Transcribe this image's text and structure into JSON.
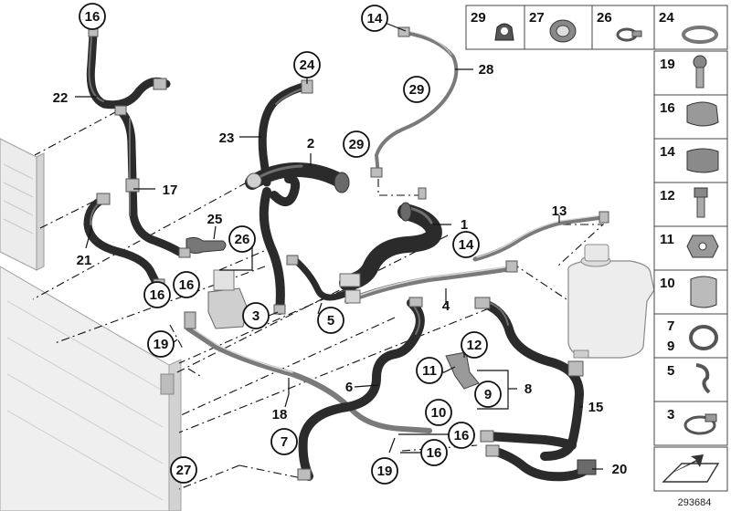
{
  "diagram": {
    "reference_number": "293684",
    "callouts": [
      "16",
      "22",
      "17",
      "21",
      "25",
      "26",
      "16",
      "16",
      "19",
      "3",
      "5",
      "23",
      "24",
      "2",
      "29",
      "14",
      "28",
      "29",
      "1",
      "13",
      "14",
      "4",
      "12",
      "11",
      "9",
      "8",
      "10",
      "6",
      "18",
      "7",
      "15",
      "16",
      "16",
      "19",
      "20",
      "27"
    ],
    "legend": {
      "top_row": [
        "29",
        "27",
        "26",
        "24"
      ],
      "right_column": [
        "19",
        "16",
        "14",
        "12",
        "11",
        "10",
        "7",
        "9",
        "5",
        "3"
      ]
    }
  }
}
